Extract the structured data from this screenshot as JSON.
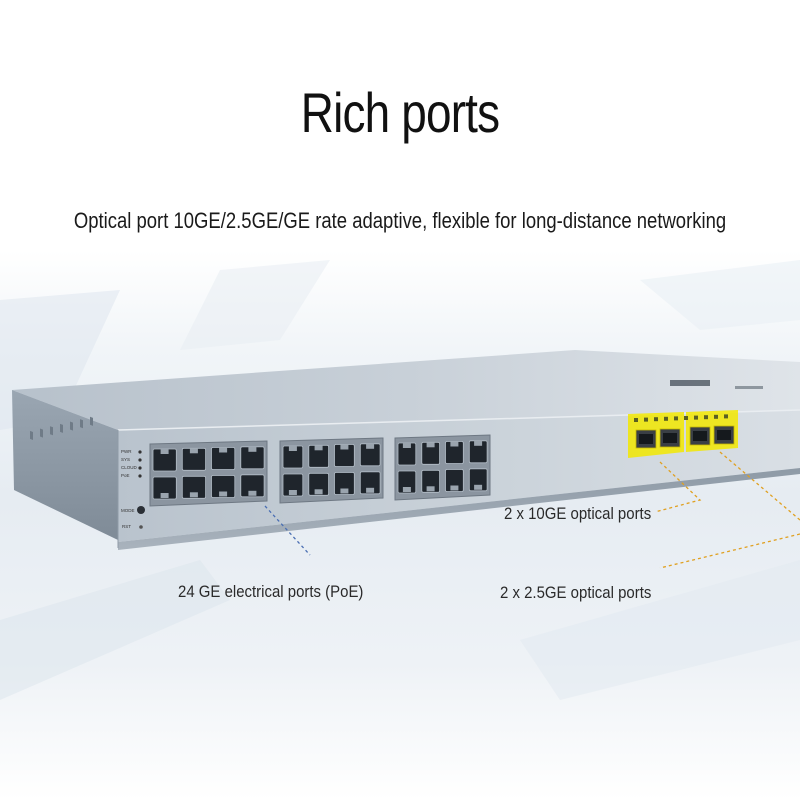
{
  "title": "Rich ports",
  "subtitle": "Optical port 10GE/2.5GE/GE rate adaptive, flexible for long-distance networking",
  "labels": {
    "ten_ge": "2 x 10GE optical ports",
    "two_five_ge": "2 x 2.5GE optical ports",
    "poe": "24 GE electrical ports (PoE)"
  },
  "device": {
    "leds": [
      "PWR",
      "SYS",
      "CLOUD",
      "PoE"
    ],
    "mode_button": "MODE",
    "rst_button": "RST",
    "rj45_port_count": 24,
    "sfp_port_count": 4
  },
  "colors": {
    "highlight": "#f2e800",
    "leader_yellow": "#e0a020",
    "leader_blue": "#4a6fb3"
  }
}
